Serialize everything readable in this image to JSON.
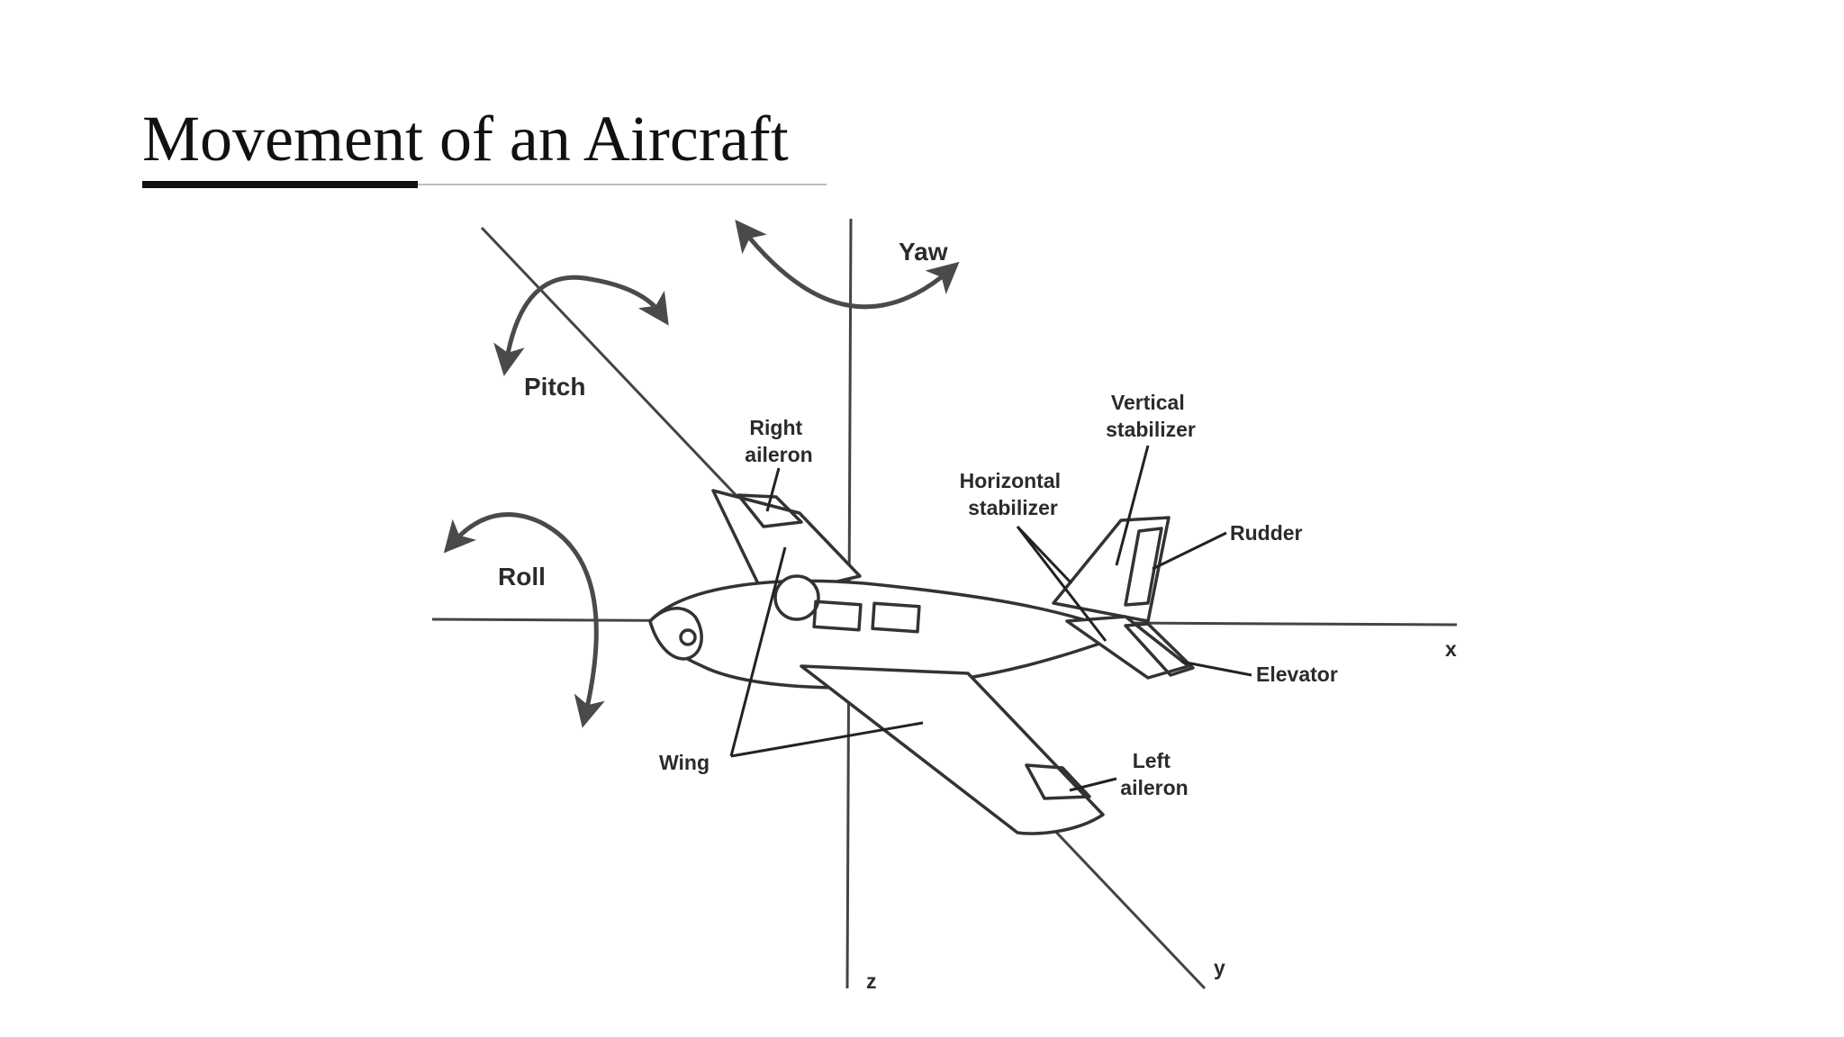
{
  "slide": {
    "title": "Movement of an Aircraft"
  },
  "diagram": {
    "rotations": {
      "yaw": "Yaw",
      "pitch": "Pitch",
      "roll": "Roll"
    },
    "axes": {
      "x": "x",
      "y": "y",
      "z": "z"
    },
    "parts": {
      "right_aileron": [
        "Right",
        "aileron"
      ],
      "vertical_stabilizer": [
        "Vertical",
        "stabilizer"
      ],
      "horizontal_stabilizer": [
        "Horizontal",
        "stabilizer"
      ],
      "rudder": "Rudder",
      "elevator": "Elevator",
      "wing": "Wing",
      "left_aileron": [
        "Left",
        "aileron"
      ]
    },
    "line_color": "#333333"
  }
}
